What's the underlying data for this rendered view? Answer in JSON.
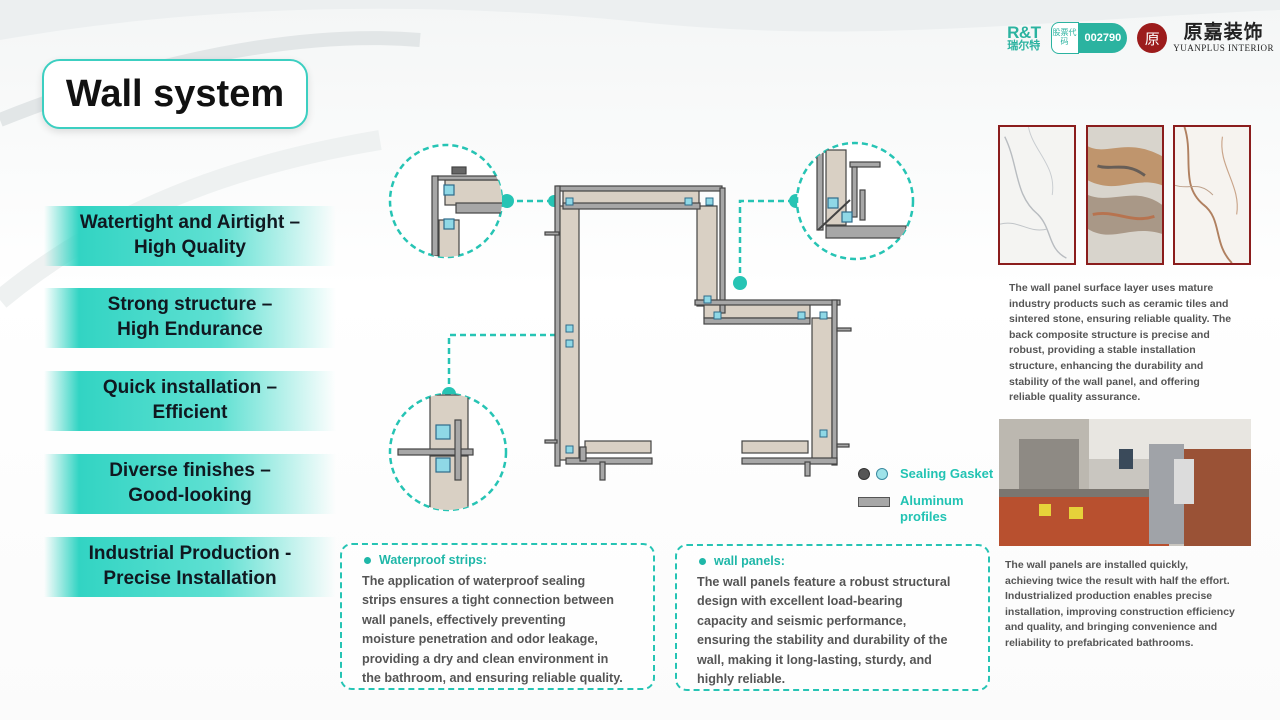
{
  "header": {
    "brand_logo_top": "R&T",
    "brand_logo_bottom": "瑞尔特",
    "stock_label": "股票代码",
    "stock_code": "002790",
    "yuanjia_mark": "原",
    "yuanjia_cn": "原嘉装饰",
    "yuanjia_en": "YUANPLUS INTERIOR"
  },
  "title": "Wall system",
  "features": [
    "Watertight and Airtight –\nHigh Quality",
    "Strong structure –\nHigh Endurance",
    "Quick installation –\nEfficient",
    "Diverse finishes –\nGood-looking",
    "Industrial Production -\nPrecise Installation"
  ],
  "legend": {
    "gasket": "Sealing Gasket",
    "aluminum": "Aluminum\nprofiles"
  },
  "boxes": {
    "waterproof": {
      "heading": "Waterproof strips:",
      "body": " The application of waterproof sealing\nstrips ensures a tight connection between\nwall panels, effectively preventing\nmoisture penetration and odor leakage,\nproviding a dry and clean environment in\nthe bathroom, and ensuring reliable quality."
    },
    "panels": {
      "heading": "wall panels:",
      "body": " The wall panels feature a robust structural\ndesign with excellent load-bearing\ncapacity and seismic performance,\nensuring the stability and durability of the\nwall, making it long-lasting, sturdy, and\nhighly reliable."
    }
  },
  "right": {
    "surface_text": "The wall panel surface layer uses mature\nindustry products such as ceramic tiles and\nsintered stone, ensuring reliable quality. The\nback composite structure is precise and\nrobust, providing a stable installation\nstructure, enhancing the durability and\nstability of the wall panel, and offering\nreliable quality assurance.",
    "install_text": "The wall panels are installed quickly,\nachieving twice the result with half the effort.\nIndustrialized production enables precise\ninstallation, improving construction efficiency\nand quality, and bringing convenience and\nreliability to prefabricated bathrooms."
  },
  "colors": {
    "accent": "#26c4b4",
    "panel_fill": "#d9d0c4",
    "brand_red": "#9c1c1c"
  }
}
